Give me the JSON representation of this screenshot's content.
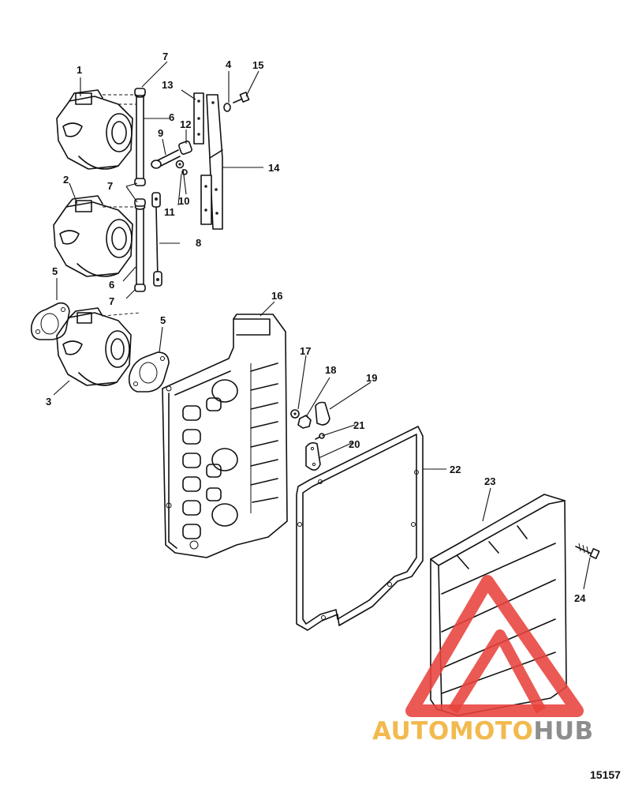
{
  "diagram": {
    "callouts": [
      "1",
      "2",
      "3",
      "4",
      "5",
      "5",
      "6",
      "6",
      "7",
      "7",
      "7",
      "8",
      "9",
      "10",
      "11",
      "12",
      "13",
      "14",
      "15",
      "16",
      "17",
      "18",
      "19",
      "20",
      "21",
      "22",
      "23",
      "24"
    ],
    "figure_number": "15157"
  },
  "watermark": {
    "text_part1": "AUTOMOTO",
    "text_part2": "HUB",
    "colors": {
      "triangle": "#e8423c",
      "text_orange": "#f2b94e",
      "text_gray": "#8e8e8e"
    }
  }
}
